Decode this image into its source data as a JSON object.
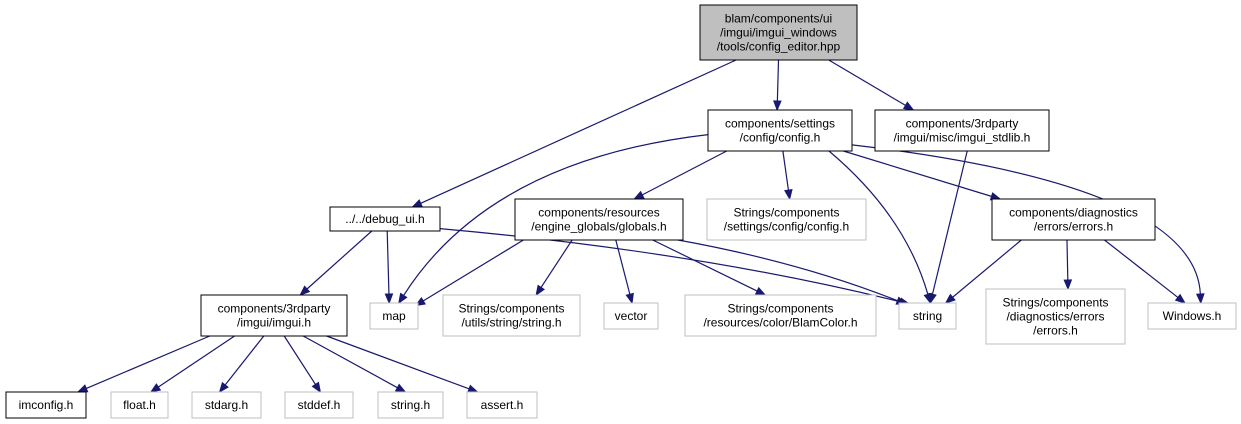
{
  "graph": {
    "title": "",
    "colors": {
      "edge": "#191970",
      "root_fill": "#bfbfbf",
      "solid_border": "#000000",
      "ghost_border": "#bfbfbf"
    },
    "nodes": [
      {
        "id": "root",
        "kind": "root",
        "lines": [
          "blam/components/ui",
          "/imgui/imgui_windows",
          "/tools/config_editor.hpp"
        ]
      },
      {
        "id": "debug_ui",
        "kind": "solid",
        "lines": [
          "../../debug_ui.h"
        ]
      },
      {
        "id": "config_h",
        "kind": "solid",
        "lines": [
          "components/settings",
          "/config/config.h"
        ]
      },
      {
        "id": "imgui_stdlib",
        "kind": "solid",
        "lines": [
          "components/3rdparty",
          "/imgui/misc/imgui_stdlib.h"
        ]
      },
      {
        "id": "imgui_h",
        "kind": "solid",
        "lines": [
          "components/3rdparty",
          "/imgui/imgui.h"
        ]
      },
      {
        "id": "map",
        "kind": "ghost",
        "lines": [
          "map"
        ]
      },
      {
        "id": "string",
        "kind": "ghost",
        "lines": [
          "string"
        ]
      },
      {
        "id": "globals_h",
        "kind": "solid",
        "lines": [
          "components/resources",
          "/engine_globals/globals.h"
        ]
      },
      {
        "id": "strings_config",
        "kind": "ghost",
        "lines": [
          "Strings/components",
          "/settings/config/config.h"
        ]
      },
      {
        "id": "errors_h",
        "kind": "solid",
        "lines": [
          "components/diagnostics",
          "/errors/errors.h"
        ]
      },
      {
        "id": "windows_h",
        "kind": "ghost",
        "lines": [
          "Windows.h"
        ]
      },
      {
        "id": "imconfig",
        "kind": "solid",
        "lines": [
          "imconfig.h"
        ]
      },
      {
        "id": "float_h",
        "kind": "ghost",
        "lines": [
          "float.h"
        ]
      },
      {
        "id": "stdarg_h",
        "kind": "ghost",
        "lines": [
          "stdarg.h"
        ]
      },
      {
        "id": "stddef_h",
        "kind": "ghost",
        "lines": [
          "stddef.h"
        ]
      },
      {
        "id": "string_h",
        "kind": "ghost",
        "lines": [
          "string.h"
        ]
      },
      {
        "id": "assert_h",
        "kind": "ghost",
        "lines": [
          "assert.h"
        ]
      },
      {
        "id": "strings_string",
        "kind": "ghost",
        "lines": [
          "Strings/components",
          "/utils/string/string.h"
        ]
      },
      {
        "id": "vector",
        "kind": "ghost",
        "lines": [
          "vector"
        ]
      },
      {
        "id": "strings_color",
        "kind": "ghost",
        "lines": [
          "Strings/components",
          "/resources/color/BlamColor.h"
        ]
      },
      {
        "id": "strings_errors",
        "kind": "ghost",
        "lines": [
          "Strings/components",
          "/diagnostics/errors",
          "/errors.h"
        ]
      }
    ],
    "edges": [
      {
        "from": "root",
        "to": "debug_ui"
      },
      {
        "from": "root",
        "to": "config_h"
      },
      {
        "from": "root",
        "to": "imgui_stdlib"
      },
      {
        "from": "debug_ui",
        "to": "imgui_h"
      },
      {
        "from": "debug_ui",
        "to": "map"
      },
      {
        "from": "debug_ui",
        "to": "string"
      },
      {
        "from": "config_h",
        "to": "map"
      },
      {
        "from": "config_h",
        "to": "globals_h"
      },
      {
        "from": "config_h",
        "to": "strings_config"
      },
      {
        "from": "config_h",
        "to": "string"
      },
      {
        "from": "config_h",
        "to": "errors_h"
      },
      {
        "from": "config_h",
        "to": "windows_h"
      },
      {
        "from": "imgui_stdlib",
        "to": "string"
      },
      {
        "from": "imgui_h",
        "to": "imconfig"
      },
      {
        "from": "imgui_h",
        "to": "float_h"
      },
      {
        "from": "imgui_h",
        "to": "stdarg_h"
      },
      {
        "from": "imgui_h",
        "to": "stddef_h"
      },
      {
        "from": "imgui_h",
        "to": "string_h"
      },
      {
        "from": "imgui_h",
        "to": "assert_h"
      },
      {
        "from": "globals_h",
        "to": "map"
      },
      {
        "from": "globals_h",
        "to": "strings_string"
      },
      {
        "from": "globals_h",
        "to": "vector"
      },
      {
        "from": "globals_h",
        "to": "strings_color"
      },
      {
        "from": "globals_h",
        "to": "string"
      },
      {
        "from": "errors_h",
        "to": "string"
      },
      {
        "from": "errors_h",
        "to": "strings_errors"
      },
      {
        "from": "errors_h",
        "to": "windows_h"
      }
    ]
  }
}
